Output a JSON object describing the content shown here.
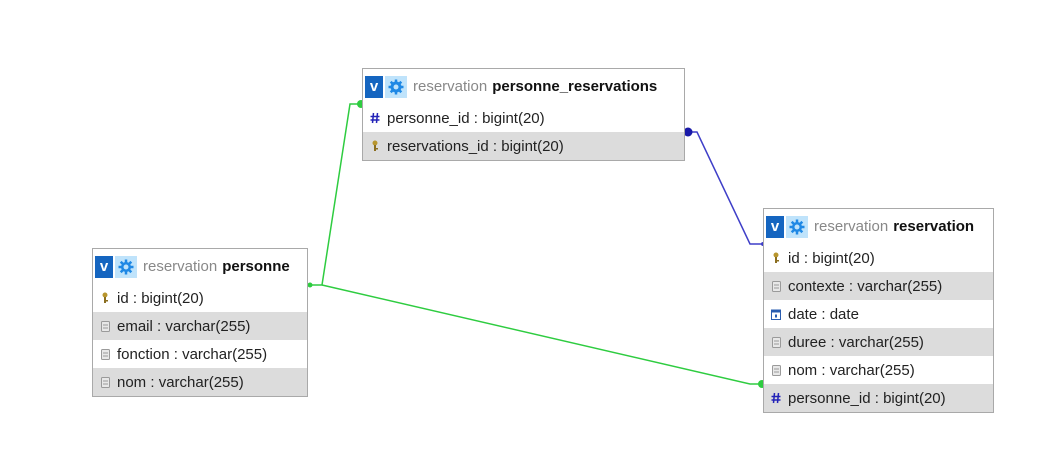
{
  "colors": {
    "link_green": "#2ecc40",
    "link_blue": "#3f3fc8",
    "header_blue": "#1565c0",
    "gear_bg": "#bfe3fb"
  },
  "tables": {
    "personne_reservations": {
      "db": "reservation",
      "name": "personne_reservations",
      "columns": [
        {
          "name": "personne_id",
          "type": "bigint(20)",
          "icon": "hash-icon"
        },
        {
          "name": "reservations_id",
          "type": "bigint(20)",
          "icon": "key-icon"
        }
      ]
    },
    "personne": {
      "db": "reservation",
      "name": "personne",
      "columns": [
        {
          "name": "id",
          "type": "bigint(20)",
          "icon": "key-icon"
        },
        {
          "name": "email",
          "type": "varchar(255)",
          "icon": "field-icon"
        },
        {
          "name": "fonction",
          "type": "varchar(255)",
          "icon": "field-icon"
        },
        {
          "name": "nom",
          "type": "varchar(255)",
          "icon": "field-icon"
        }
      ]
    },
    "reservation": {
      "db": "reservation",
      "name": "reservation",
      "columns": [
        {
          "name": "id",
          "type": "bigint(20)",
          "icon": "key-icon"
        },
        {
          "name": "contexte",
          "type": "varchar(255)",
          "icon": "field-icon"
        },
        {
          "name": "date",
          "type": "date",
          "icon": "calendar-icon"
        },
        {
          "name": "duree",
          "type": "varchar(255)",
          "icon": "field-icon"
        },
        {
          "name": "nom",
          "type": "varchar(255)",
          "icon": "field-icon"
        },
        {
          "name": "personne_id",
          "type": "bigint(20)",
          "icon": "hash-icon"
        }
      ]
    }
  }
}
